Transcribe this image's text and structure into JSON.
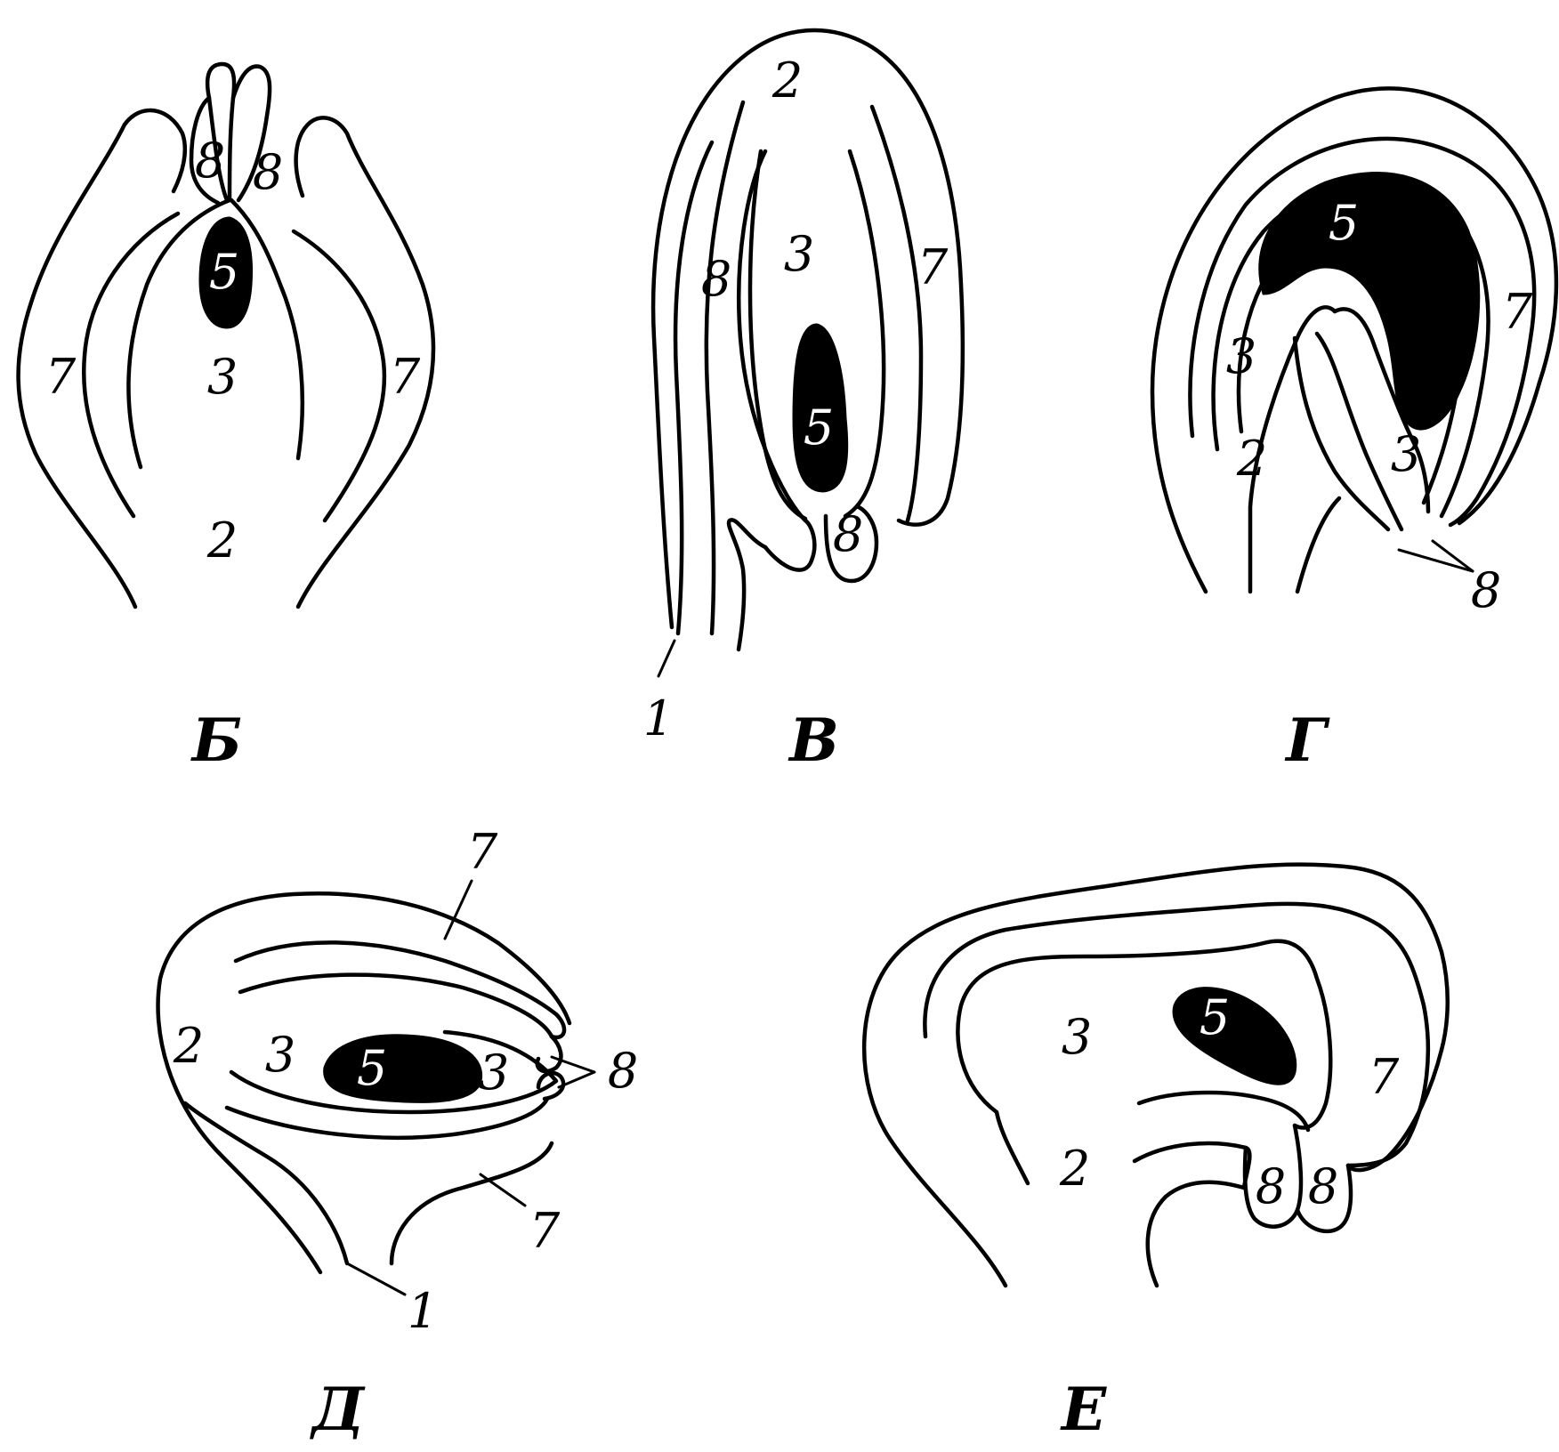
{
  "panels": {
    "B": {
      "title": "Б",
      "labels": {
        "l8a": "8",
        "l8b": "8",
        "l5": "5",
        "l7a": "7",
        "l7b": "7",
        "l3": "3",
        "l2": "2"
      }
    },
    "V": {
      "title": "В",
      "labels": {
        "l2": "2",
        "l3": "3",
        "l8a": "8",
        "l7": "7",
        "l5": "5",
        "l8b": "8",
        "l1": "1"
      }
    },
    "G": {
      "title": "Г",
      "labels": {
        "l5": "5",
        "l7": "7",
        "l3a": "3",
        "l3b": "3",
        "l2": "2",
        "l8": "8"
      }
    },
    "D": {
      "title": "Д",
      "labels": {
        "l7a": "7",
        "l2": "2",
        "l3a": "3",
        "l5": "5",
        "l3b": "3",
        "l8": "8",
        "l7b": "7",
        "l1": "1"
      }
    },
    "E": {
      "title": "Е",
      "labels": {
        "l3": "3",
        "l5": "5",
        "l7": "7",
        "l2": "2",
        "l8a": "8",
        "l8b": "8"
      }
    }
  }
}
